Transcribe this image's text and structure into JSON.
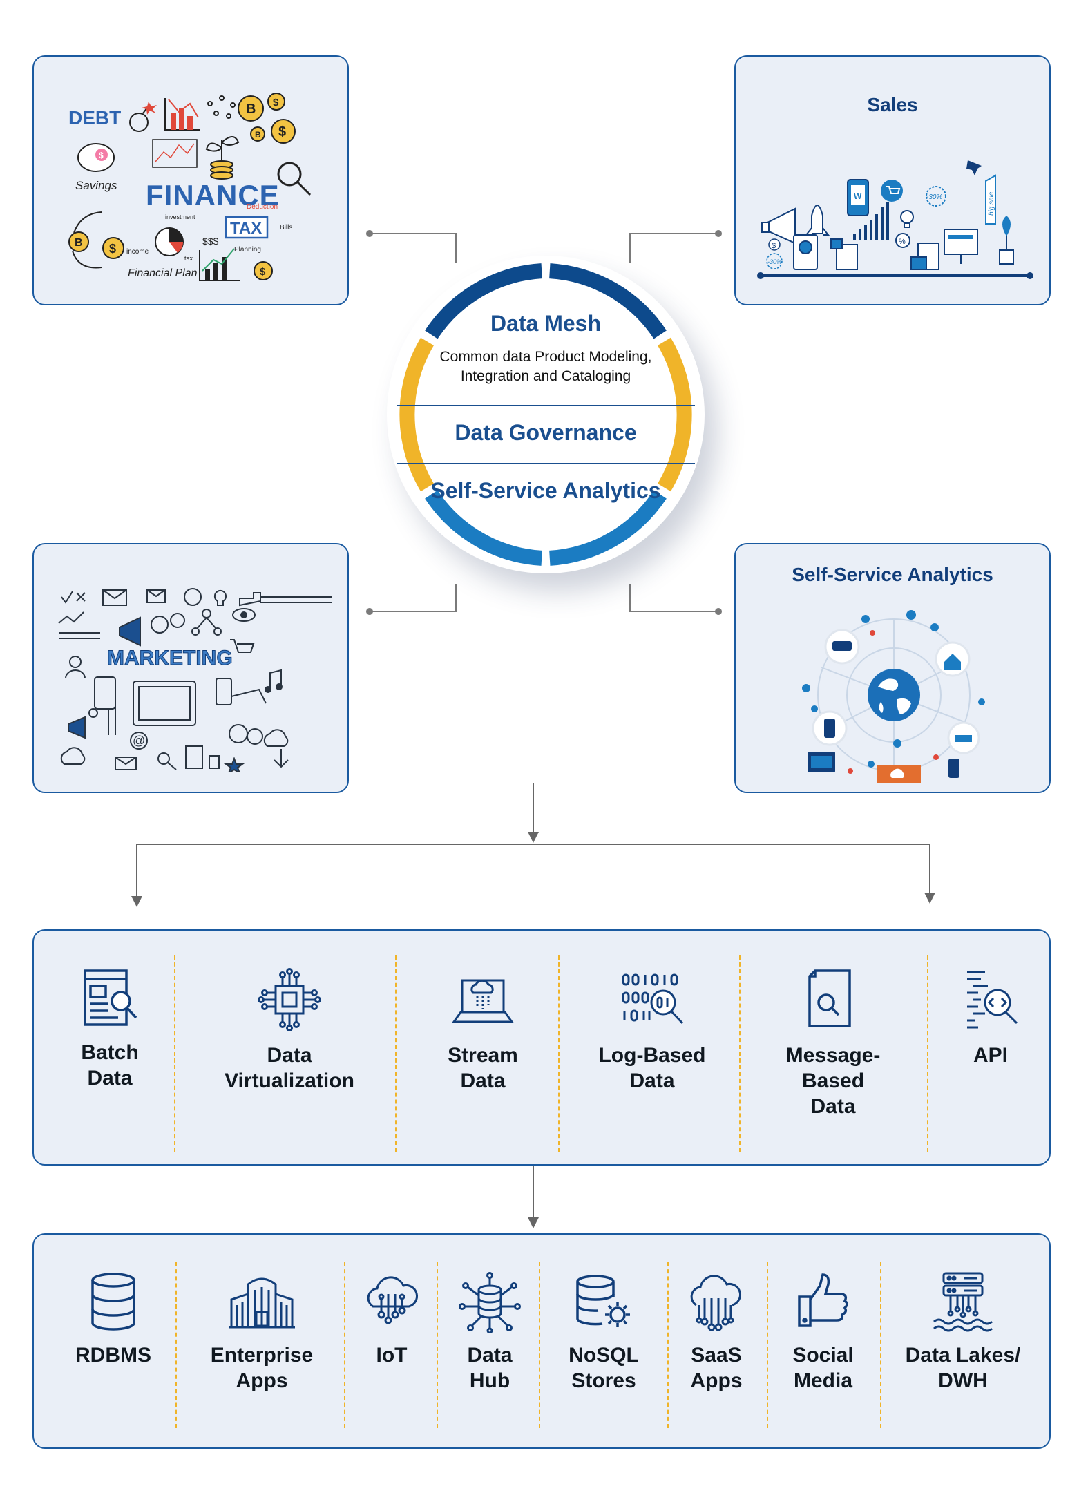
{
  "top_panels": {
    "finance": {
      "art_words": {
        "debt": "DEBT",
        "finance": "FINANCE",
        "savings": "Savings",
        "tax": "TAX",
        "investment": "investment",
        "deduction": "Deduction",
        "bills": "Bills",
        "income": "income",
        "planning": "Planning",
        "financial_plan": "Financial Plan",
        "tax_small": "tax"
      }
    },
    "sales": {
      "title": "Sales",
      "tags": {
        "off30": "-30%",
        "off30b": "-30%",
        "big_sale": "big sale"
      }
    },
    "marketing": {
      "art_words": {
        "marketing": "MARKETING"
      }
    },
    "self_service": {
      "title": "Self-Service Analytics"
    }
  },
  "hub": {
    "title": "Data Mesh",
    "subtitle_line1": "Common data Product Modeling,",
    "subtitle_line2": "Integration and Cataloging",
    "governance": "Data Governance",
    "analytics": "Self-Service Analytics"
  },
  "ingestion": {
    "items": [
      {
        "label": "Batch\nData",
        "icon": "document-search-icon"
      },
      {
        "label": "Data\nVirtualization",
        "icon": "chip-circuit-icon"
      },
      {
        "label": "Stream\nData",
        "icon": "laptop-cloud-icon"
      },
      {
        "label": "Log-Based\nData",
        "icon": "binary-search-icon"
      },
      {
        "label": "Message-\nBased\nData",
        "icon": "file-search-icon"
      },
      {
        "label": "API",
        "icon": "code-search-icon"
      }
    ]
  },
  "sources": {
    "items": [
      {
        "label": "RDBMS",
        "icon": "database-icon"
      },
      {
        "label": "Enterprise\nApps",
        "icon": "building-icon"
      },
      {
        "label": "IoT",
        "icon": "cloud-circuit-icon"
      },
      {
        "label": "Data\nHub",
        "icon": "database-network-icon"
      },
      {
        "label": "NoSQL\nStores",
        "icon": "database-gear-icon"
      },
      {
        "label": "SaaS\nApps",
        "icon": "cloud-network-icon"
      },
      {
        "label": "Social\nMedia",
        "icon": "thumbs-up-icon"
      },
      {
        "label": "Data Lakes/\nDWH",
        "icon": "server-lake-icon"
      }
    ]
  },
  "colors": {
    "navy": "#123e7a",
    "ring_dark": "#0d4a8c",
    "ring_gold": "#f0b429",
    "ring_light": "#1b7cc2",
    "panel_bg": "#eaeff7",
    "accent_red": "#e0483a"
  }
}
